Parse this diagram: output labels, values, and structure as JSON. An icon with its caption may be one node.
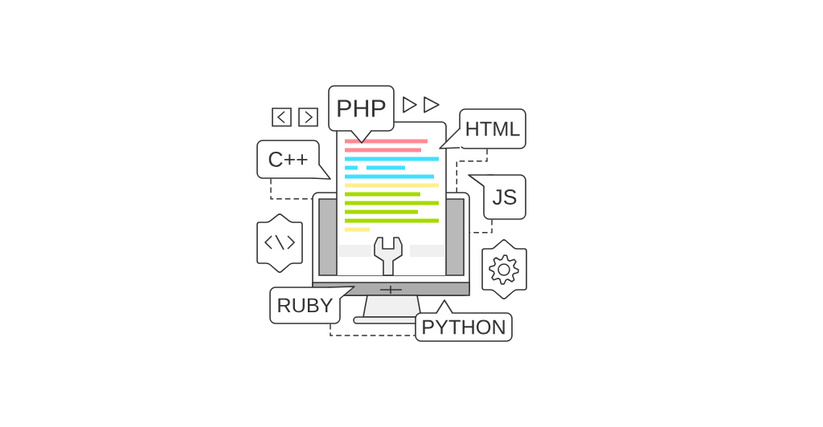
{
  "diagram": {
    "nodes": [
      {
        "text": [],
        "shape": "picture"
      },
      {
        "text": [
          "PHP"
        ]
      },
      {
        "text": [
          "HTML"
        ]
      },
      {
        "text": [
          "C++"
        ]
      },
      {
        "text": [
          "JS"
        ]
      },
      {
        "text": [
          "RUBY"
        ]
      },
      {
        "text": [
          "PYTHON"
        ]
      }
    ],
    "edges": [
      {
        "from": 3,
        "to": 0,
        "arrow": "none",
        "style": "dashed"
      },
      {
        "from": 2,
        "to": 0,
        "arrow": "none",
        "style": "dashed"
      },
      {
        "from": 4,
        "to": 0,
        "arrow": "none",
        "style": "dashed"
      },
      {
        "from": 5,
        "to": 6,
        "arrow": "none",
        "style": "dashed"
      }
    ]
  }
}
